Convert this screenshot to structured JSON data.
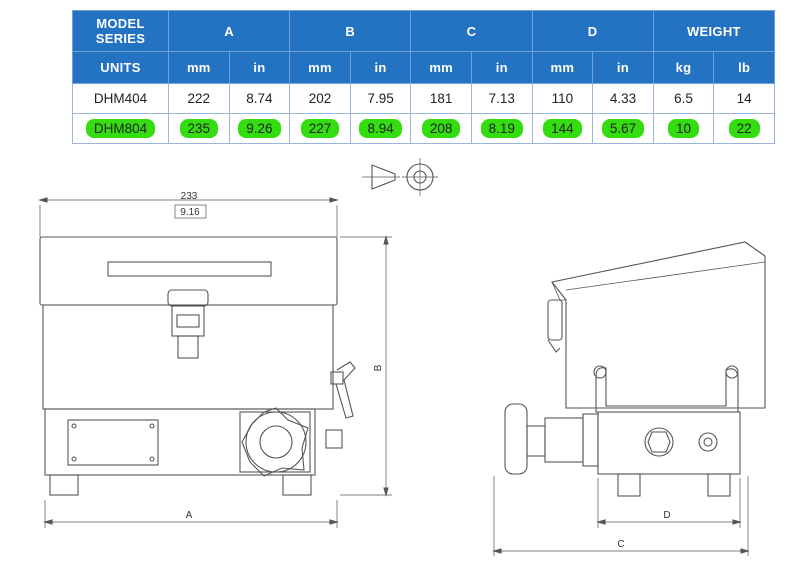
{
  "table": {
    "header1": [
      "MODEL SERIES",
      "A",
      "B",
      "C",
      "D",
      "WEIGHT"
    ],
    "header1_model_line1": "MODEL",
    "header1_model_line2": "SERIES",
    "header2": [
      "UNITS",
      "mm",
      "in",
      "mm",
      "in",
      "mm",
      "in",
      "mm",
      "in",
      "kg",
      "lb"
    ],
    "rows": [
      {
        "model": "DHM404",
        "values": [
          "222",
          "8.74",
          "202",
          "7.95",
          "181",
          "7.13",
          "110",
          "4.33",
          "6.5",
          "14"
        ],
        "highlighted": false
      },
      {
        "model": "DHM804",
        "values": [
          "235",
          "9.26",
          "227",
          "8.94",
          "208",
          "8.19",
          "144",
          "5.67",
          "10",
          "22"
        ],
        "highlighted": true
      }
    ],
    "header_color": "#2472c2",
    "highlight_color": "#33dd10"
  },
  "drawing": {
    "front_width_mm": "233",
    "front_width_in": "9.16",
    "dim_a": "A",
    "dim_b": "B",
    "dim_c": "C",
    "dim_d": "D"
  }
}
